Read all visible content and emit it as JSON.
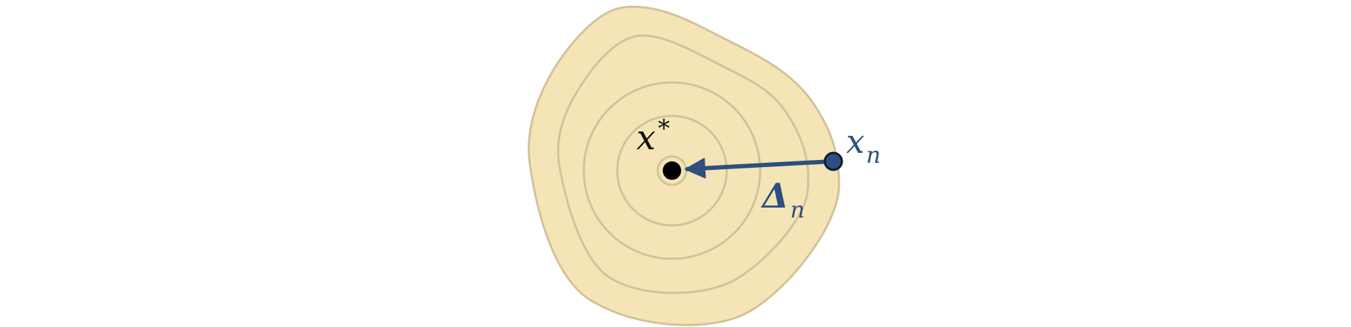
{
  "labels": {
    "optimum_base": "x",
    "optimum_sup": "*",
    "iterate_base": "x",
    "iterate_sub": "n",
    "step_base": "Δ",
    "step_sub": "n"
  },
  "colors": {
    "region_fill": "#f5e4b5",
    "contour_stroke": "#d2c29a",
    "optimum_point": "#000000",
    "iterate_point": "#2c4f80",
    "arrow": "#2c4f80",
    "label_dark": "#111111",
    "label_accent": "#2c4f80"
  }
}
